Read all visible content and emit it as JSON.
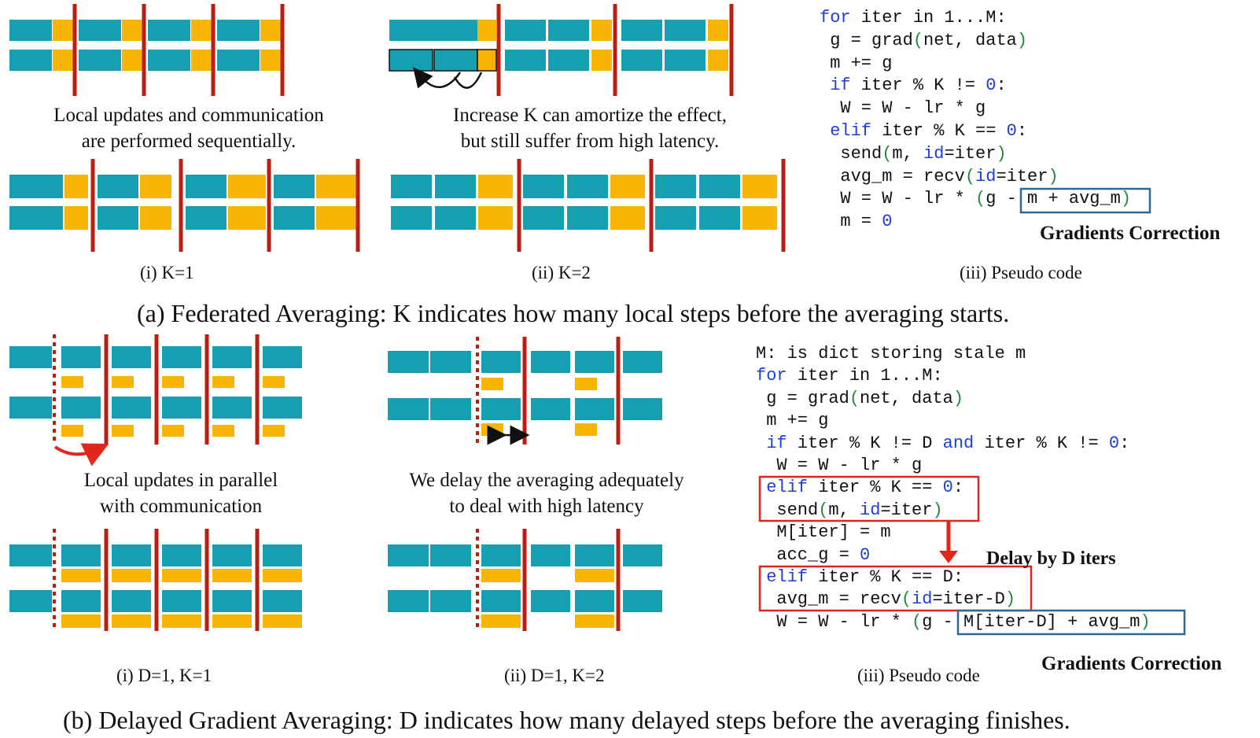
{
  "colors": {
    "teal": "#15a0b2",
    "yellow": "#f7b400",
    "red": "#b81e12",
    "blue": "#1f3fd6",
    "green": "#1e8a3a",
    "box_blue": "#2a6a96",
    "box_red": "#e2261b"
  },
  "panel_a": {
    "caption_i": [
      "Local updates and communication",
      "are performed sequentially."
    ],
    "caption_ii": [
      "Increase K can amortize the effect,",
      "but still suffer from high latency."
    ],
    "label_i": "(i) K=1",
    "label_ii": "(ii) K=2",
    "label_iii": "(iii) Pseudo code",
    "title": "(a) Federated Averaging: K indicates how many local steps before the averaging starts.",
    "code": [
      "for iter in 1...M:",
      " g = grad(net, data)",
      " m += g",
      " if iter % K != 0:",
      "  W = W - lr * g",
      " elif iter % K == 0:",
      "  send(m, id=iter)",
      "  avg_m = recv(id=iter)",
      "  W = W - lr * (g - m + avg_m)",
      "  m = 0"
    ],
    "correction": "Gradients Correction"
  },
  "panel_b": {
    "caption_i": [
      "Local updates in parallel",
      "with communication"
    ],
    "caption_ii": [
      "We delay the averaging adequately",
      "to deal with high latency"
    ],
    "label_i": "(i) D=1, K=1",
    "label_ii": "(ii) D=1, K=2",
    "label_iii": "(iii) Pseudo code",
    "title": "(b) Delayed Gradient Averaging: D indicates how many delayed steps before the averaging finishes.",
    "code": [
      "M: is dict storing stale m",
      "for iter in 1...M:",
      " g = grad(net, data)",
      " m += g",
      " if iter % K != D and iter % K != 0:",
      "  W = W - lr * g",
      " elif iter % K == 0:",
      "  send(m, id=iter)",
      "  M[iter] = m",
      "  acc_g = 0",
      " elif iter % K == D:",
      "  avg_m = recv(id=iter-D)",
      "  W = W - lr * (g - M[iter-D] + avg_m)"
    ],
    "delay": "Delay by D iters",
    "correction": "Gradients Correction"
  }
}
